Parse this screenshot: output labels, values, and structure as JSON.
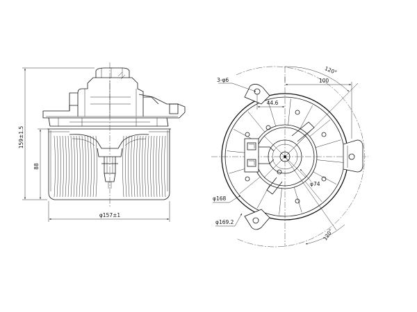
{
  "side_view": {
    "height_dim": "159±1.5",
    "fan_height_dim": "88",
    "wheel_diameter_dim": "φ157±1"
  },
  "front_view": {
    "holes_label": "3-φ6",
    "angle_top_label": "120°",
    "angle_bottom_label": "120°",
    "width_dim": "100",
    "offset_dim": "44.6",
    "hub_diameter_label": "φ74",
    "housing_diameter_label": "φ168",
    "flange_diameter_label": "φ169.2"
  }
}
